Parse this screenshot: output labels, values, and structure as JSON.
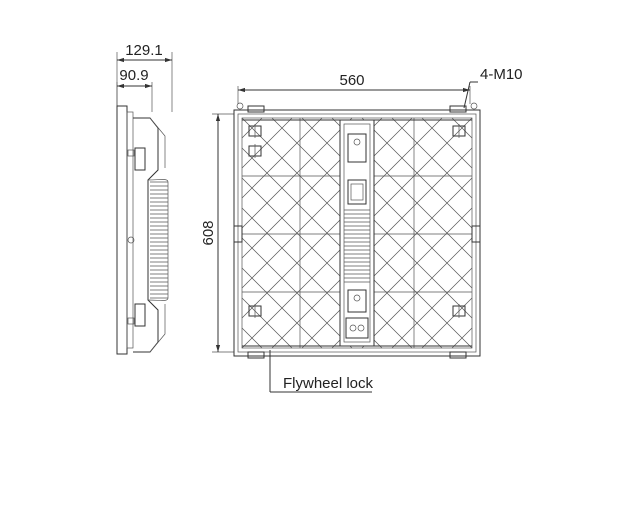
{
  "drawing": {
    "side_view": {
      "overall_depth": "129.1",
      "body_depth": "90.9"
    },
    "front_view": {
      "width": "560",
      "height": "608",
      "mount_thread": "4-M10",
      "lock_label": "Flywheel lock"
    }
  }
}
